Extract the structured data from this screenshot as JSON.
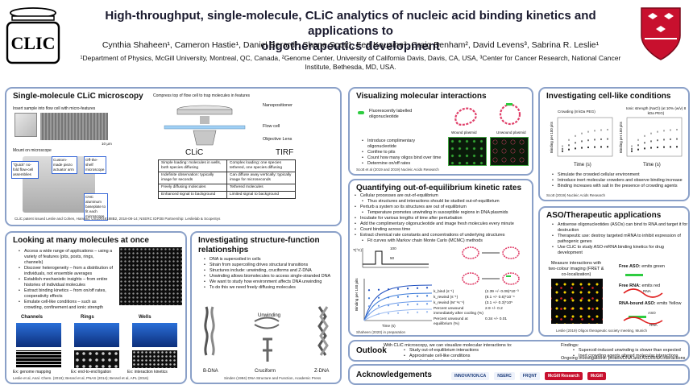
{
  "header": {
    "title_line1": "High-throughput, single-molecule, CLiC analytics of nucleic acid binding kinetics and applications to",
    "title_line2": "oligotherapeutics development",
    "authors": "Cynthia Shaheen¹, Cameron Hastie¹, Daniel Berard¹, Shane Scott¹, Fed Kouzine³, Craig Benham², David Levens³, Sabrina R. Leslie¹",
    "affiliations": "¹Department of Physics, McGill University, Montreal, QC, Canada, ²Genome Center, University of California Davis, Davis, CA, USA, ³Center for Cancer Research, National Cancer Institute, Bethesda, MD, USA.",
    "logo_text": "CLIC"
  },
  "microscopy": {
    "title": "Single-molecule CLiC microscopy",
    "step1": "Insert sample into flow cell with micro-features",
    "step2": "Compress top of flow cell to trap molecules in features",
    "step3": "Mount on microscope",
    "label_nanopositioner": "Nanopositioner",
    "label_flowcell": "Flow cell",
    "label_objective": "Objective Lens",
    "callout_quick": "\"Quick\" no-fold flow-cell assemblies",
    "callout_custom": "Custom-made piezo actuator arm",
    "callout_offshelf": "Off-the-shelf microscope",
    "callout_cnc": "CNC aluminum baseplate to fit each microscope",
    "scale": "10 μm",
    "col_clic": "CLiC",
    "col_tirf": "TIRF",
    "rows": [
      [
        "Simple loading: molecules in wells, both species diffusing",
        "Complex loading: one species tethered, one species diffusing"
      ],
      [
        "Indefinite observation: typically image for seconds",
        "Can diffuse away vertically: typically image for microseconds"
      ],
      [
        "Freely diffusing molecules",
        "Tethered molecules"
      ],
      [
        "Enhanced signal to background",
        "Limited signal to background"
      ]
    ],
    "patent": "CLiC patent issued Leslie and Cohen, Harvard, US10048188B2, 2018-08-14; NSERC IDP2B Partnership: Leslielab & ScopeSys"
  },
  "manymolecules": {
    "title": "Looking at many molecules at once",
    "bullets": [
      "Access a wide range of applications – using a variety of features (pits, posts, rings, channels)",
      "Discover heterogeneity – from a distribution of individuals, not ensemble averages",
      "Establish mechanistic insights – from entire histories of individual molecules",
      "Extract binding kinetics – from on/off rates, cooperativity effects",
      "Emulate cell-like conditions – such as crowding, confinement and ionic strength"
    ],
    "labels": [
      "Channels",
      "Rings",
      "Wells"
    ],
    "captions": [
      "Ex: genome mapping",
      "Ex: end-to-end ligation",
      "Ex: interaction kinetics"
    ],
    "cite": "Leslie et al, Anal. Chem. (2019); Berard et al, PNAS (2014); Berard et al, APL (2016)"
  },
  "structure": {
    "title": "Investigating structure-function relationships",
    "bullets": [
      "DNA is supercoiled in cells",
      "Strain from supercoiling drives structural transitions",
      "Structures include: unwinding, cruciforms and Z-DNA",
      "Unwinding allows biomolecules to access single-stranded DNA",
      "We want to study how environment affects DNA unwinding",
      "To do this we need freely diffusing molecules"
    ],
    "label_unwinding": "Unwinding",
    "label_bdna": "B-DNA",
    "label_cruciform": "Cruciform",
    "label_zdna": "Z-DNA",
    "cite": "Sinden (1994) DNA Structure and Function, Academic Press"
  },
  "visualizing": {
    "title": "Visualizing molecular interactions",
    "legend": "Fluorescently labelled oligonucleotide",
    "bullets": [
      "Introduce complimentary oligonucleotide",
      "Confine to pits",
      "Count how many oligos bind over time",
      "Determine on/off rates"
    ],
    "label_wound": "Wound plasmid",
    "label_unwound": "Unwound plasmid",
    "scale": "10 μm",
    "cite": "Scott et al (2019 and 2019) Nucleic Acids Research"
  },
  "kinetics": {
    "title": "Quantifying out-of-equilibrium kinetic rates",
    "bullets": [
      {
        "text": "Cellular processes are out-of-equilibrium",
        "sub": false
      },
      {
        "text": "Thus structures and interactions should be studied out-of-equilibrium",
        "sub": true
      },
      {
        "text": "Perturb a system so its structures are out of equilibrium",
        "sub": false
      },
      {
        "text": "Temperature promotes unwinding in susceptible regions in DNA plasmids",
        "sub": true
      },
      {
        "text": "Incubate for various lengths of time after perturbation",
        "sub": false
      },
      {
        "text": "Add the complimentary oligonucleotide and image fresh molecules every minute",
        "sub": false
      },
      {
        "text": "Count binding across time",
        "sub": false
      },
      {
        "text": "Extract chemical rate constants and concentrations of underlying structures",
        "sub": false
      },
      {
        "text": "Fit curves with Markov chain Monte Carlo (MCMC) methods",
        "sub": true
      }
    ],
    "t_top": "100",
    "t_bottom": "50",
    "axis_t": "T(°C)",
    "axis_time": "Time (s)",
    "axis_binding": "Binding per 100 pits",
    "params": [
      [
        "k_bind (s⁻¹)",
        "(2.39 +/- 0.09)*10⁻³"
      ],
      [
        "k_rewind (s⁻¹)",
        "(8.1 +/- 0.6)*10⁻⁴"
      ],
      [
        "k_rewind (M⁻¹s⁻¹)",
        "(3.1 +/- 0.3)*10⁵"
      ],
      [
        "Percent unwound immediately after cooling (%)",
        "2.9 +/- 0.2"
      ],
      [
        "Percent unwound at equilibrium (%)",
        "0.34 +/- 0.01"
      ]
    ],
    "cite": "Shaheen (2020) in preparation"
  },
  "celllike": {
    "title": "Investigating cell-like conditions",
    "plot1_title": "Crowding (8 kDa PEG)",
    "plot2_title": "Ionic strength (NaCl) (at 10% (w/v) 8 kDa PEG)",
    "axis_time": "Time (s)",
    "axis_binding": "Binding per 100 pits",
    "bullets": [
      "Simulate the crowded cellular environment",
      "Introduce inert molecular crowders and observe binding increase",
      "Binding increases with salt in the presence of crowding agents"
    ],
    "cite": "Scott (2019) Nucleic Acids Research"
  },
  "aso": {
    "title": "ASO/Therapeutic applications",
    "bullets": [
      "Antisense oligonucleotides (ASOs) can bind to RNA and target it for destruction",
      "Therapeutic use: destroy targeted mRNA to inhibit expression of pathogenic genes",
      "Use CLiC to study ASO-mRNA binding kinetics for drug development"
    ],
    "measure": "Measure interactions with two-colour imaging (FRET & co-localization)",
    "free_aso": "Free ASO:",
    "free_aso_emit": "emits green",
    "free_rna": "Free RNA:",
    "free_rna_emit": "emits red",
    "bound": "RNA-bound ASO:",
    "bound_emit": "emits Yellow",
    "aso_label": "ASO",
    "rna_label": "RNA",
    "cite": "Leslie (2019) Oligos therapeutic society meeting, Munich"
  },
  "outlook": {
    "title": "Outlook",
    "intro": "With CLiC microscopy, we can visualize molecular interactions to:",
    "items": [
      "Study out-of-equilibrium interactions",
      "Approximate cell-like conditions",
      "Investigate drug target interactions"
    ],
    "findings_title": "Findings:",
    "findings": [
      "Supercoil-induced unwinding is slower than expected",
      "Inert crowding agents altered molecular interactions"
    ],
    "ongoing": "Ongoing investigations: protein/DNA and ASO/RNA interactions"
  },
  "acknowledgements": {
    "title": "Acknowledgements",
    "sponsors": [
      "INNOVATION.CA",
      "NSERC",
      "FRQNT",
      "McGill Research",
      "McGill"
    ]
  },
  "colors": {
    "panel_border": "#8aa0c8",
    "mcgill_red": "#c8102e",
    "fluor_green": "#2ecc40",
    "ring_pink": "#e0406a"
  }
}
